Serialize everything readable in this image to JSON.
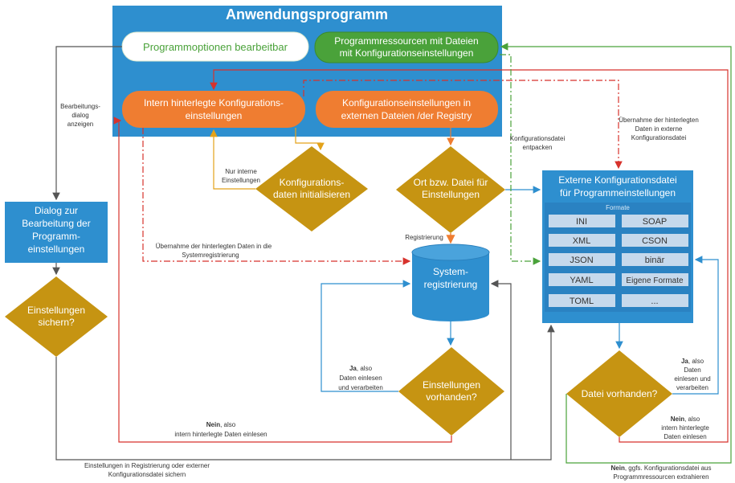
{
  "app": {
    "title": "Anwendungsprogramm",
    "options": "Programmoptionen bearbeitbar",
    "resources": [
      "Programmressourcen mit Dateien",
      "mit Konfigurationseinstellungen"
    ],
    "internal": [
      "Intern hinterlegte Konfigurations-",
      "einstellungen"
    ],
    "external": [
      "Konfigurationseinstellungen in",
      "externen Dateien /der Registry"
    ]
  },
  "dialog": [
    "Dialog zur",
    "Bearbeitung der",
    "Programm-",
    "einstellungen"
  ],
  "decisions": {
    "save": [
      "Einstellungen",
      "sichern?"
    ],
    "init": [
      "Konfigurations-",
      "daten initialisieren"
    ],
    "location": [
      "Ort  bzw. Datei für",
      "Einstellungen"
    ],
    "present": [
      "Einstellungen",
      "vorhanden?"
    ],
    "file": [
      "Datei vorhanden?"
    ]
  },
  "registry": [
    "System-",
    "registrierung"
  ],
  "extfile": {
    "title": [
      "Externe Konfigurationsdatei",
      "für Programmeinstellungen"
    ],
    "formats_label": "Formate",
    "formats": [
      "INI",
      "SOAP",
      "XML",
      "CSON",
      "JSON",
      "binär",
      "YAML",
      "Eigene Formate",
      "TOML",
      "..."
    ]
  },
  "labels": {
    "edit_dialog": [
      "Bearbeitungs-",
      "dialog",
      "anzeigen"
    ],
    "only_internal": [
      "Nur interne",
      "Einstellungen"
    ],
    "registrierung": "Registrierung",
    "take_registry": [
      "Übernahme der hinterlegten Daten in die",
      "Systemregistrierung"
    ],
    "unpack": [
      "Konfigurationsdatei",
      "entpacken"
    ],
    "take_ext": [
      "Übernahme der hinterlegten",
      "Daten in externe",
      "Konfigurationsdatei"
    ],
    "yes_reg": [
      "Ja",
      ", also",
      "Daten einlesen",
      "und verarbeiten"
    ],
    "no_reg": [
      "Nein",
      ", also",
      "intern hinterlegte Daten einlesen"
    ],
    "save_bottom": [
      "Einstellungen in Registrierung oder externer",
      "Konfigurationsdatei sichern"
    ],
    "yes_file": [
      "Ja",
      ", also",
      "Daten",
      "einlesen und",
      "verarbeiten"
    ],
    "no_file": [
      "Nein",
      ", also",
      "intern hinterlegte",
      "Daten einlesen"
    ],
    "no_extract": [
      "Nein",
      ", ggfs. Konfigurationsdatei aus",
      "Programmressourcen extrahieren"
    ]
  },
  "colors": {
    "blue": "#2e8fcf",
    "orange": "#ef7d31",
    "green": "#4aa23a",
    "gold": "#c69412",
    "red": "#d7322c",
    "grayBox": "#c6d9ec"
  }
}
